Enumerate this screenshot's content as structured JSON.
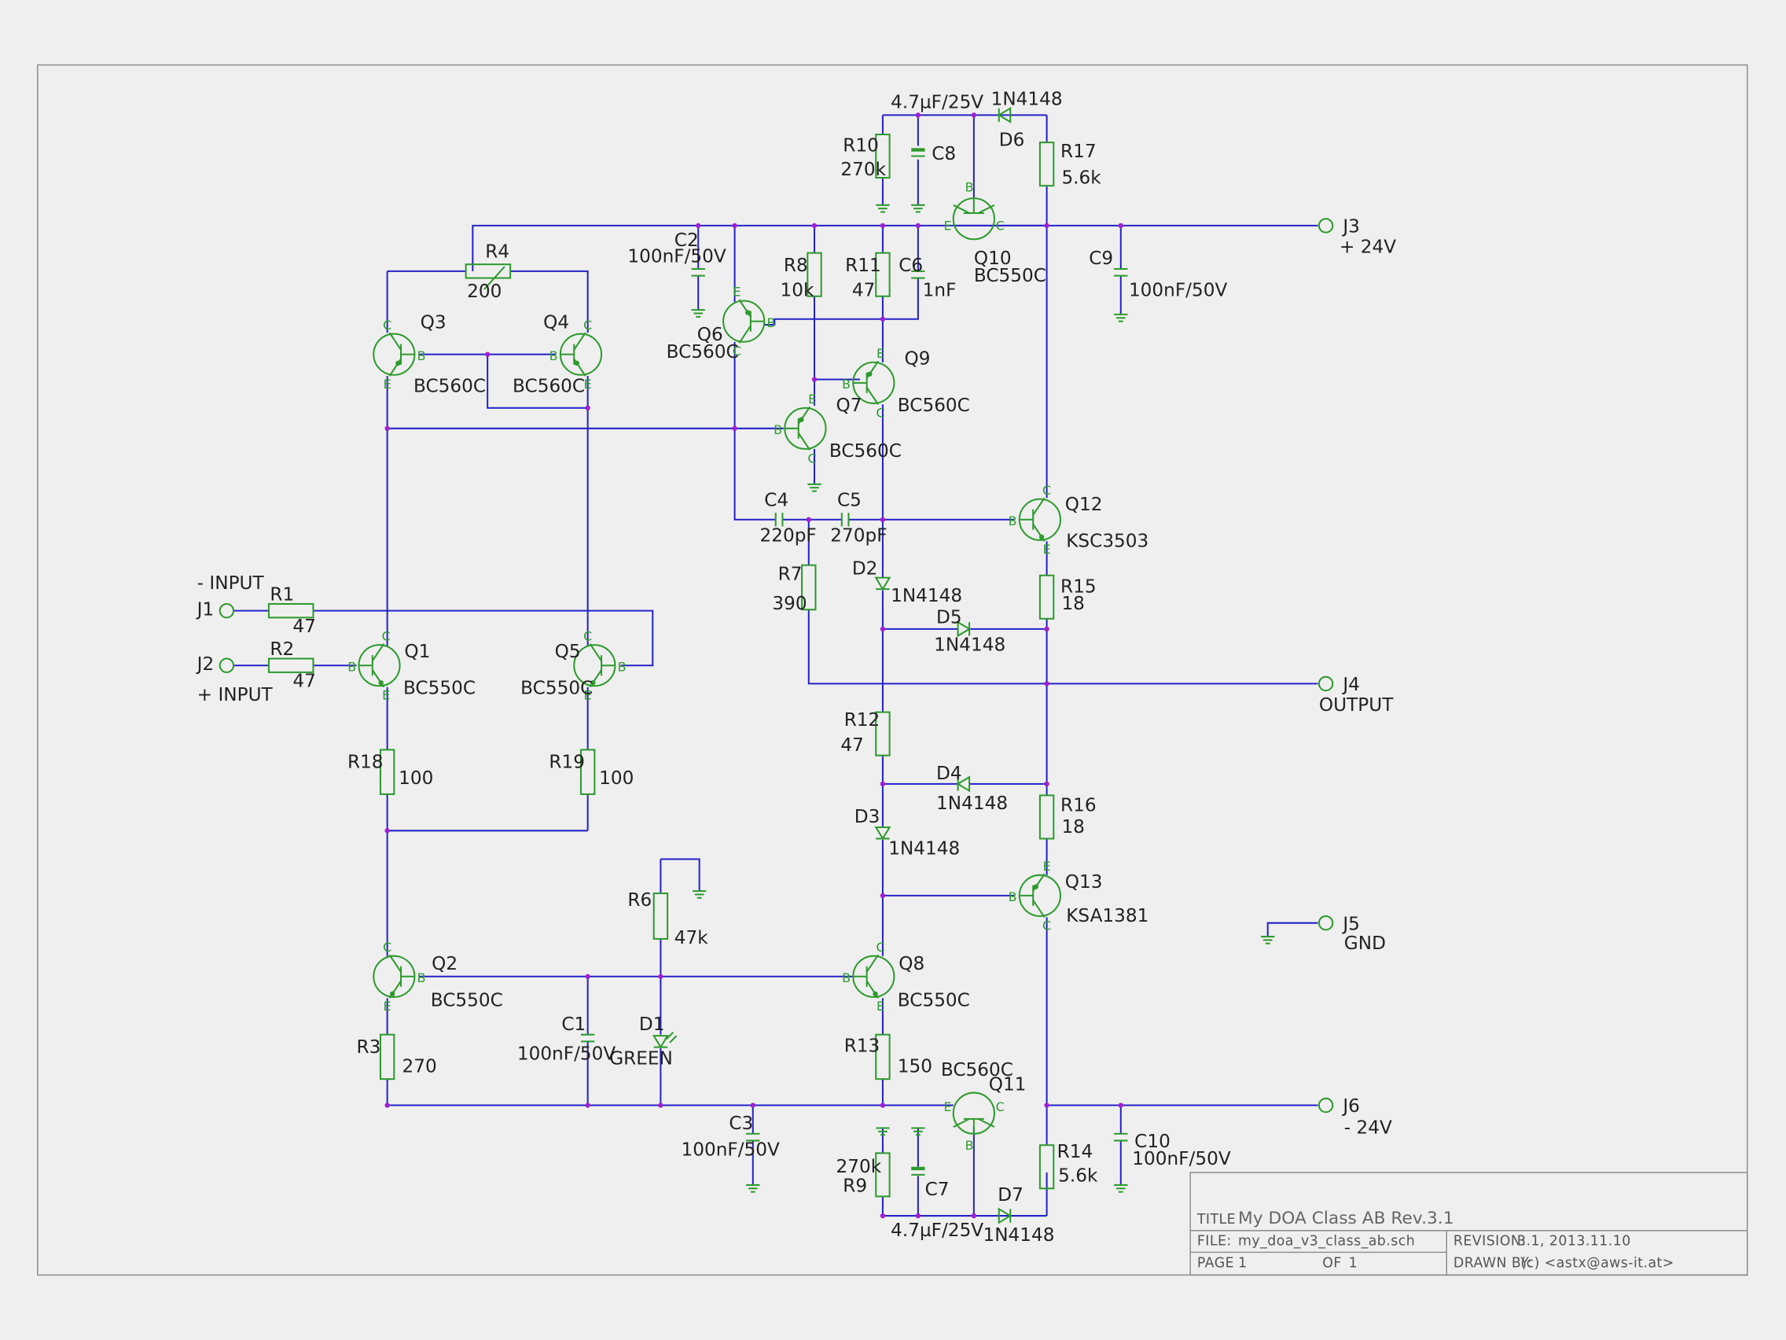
{
  "components": {
    "R1": {
      "ref": "R1",
      "value": "47"
    },
    "R2": {
      "ref": "R2",
      "value": "47"
    },
    "R3": {
      "ref": "R3",
      "value": "270"
    },
    "R4": {
      "ref": "R4",
      "value": "200"
    },
    "R6": {
      "ref": "R6",
      "value": "47k"
    },
    "R7": {
      "ref": "R7",
      "value": "390"
    },
    "R8": {
      "ref": "R8",
      "value": "10k"
    },
    "R9": {
      "ref": "R9",
      "value": "270k"
    },
    "R10": {
      "ref": "R10",
      "value": "270k"
    },
    "R11": {
      "ref": "R11",
      "value": "47"
    },
    "R12": {
      "ref": "R12",
      "value": "47"
    },
    "R13": {
      "ref": "R13",
      "value": "150"
    },
    "R14": {
      "ref": "R14",
      "value": "5.6k"
    },
    "R15": {
      "ref": "R15",
      "value": "18"
    },
    "R16": {
      "ref": "R16",
      "value": "18"
    },
    "R17": {
      "ref": "R17",
      "value": "5.6k"
    },
    "R18": {
      "ref": "R18",
      "value": "100"
    },
    "R19": {
      "ref": "R19",
      "value": "100"
    },
    "C1": {
      "ref": "C1",
      "value": "100nF/50V"
    },
    "C2": {
      "ref": "C2",
      "value": "100nF/50V"
    },
    "C3": {
      "ref": "C3",
      "value": "100nF/50V"
    },
    "C4": {
      "ref": "C4",
      "value": "220pF"
    },
    "C5": {
      "ref": "C5",
      "value": "270pF"
    },
    "C6": {
      "ref": "C6",
      "value": "1nF"
    },
    "C7": {
      "ref": "C7",
      "value": "4.7µF/25V"
    },
    "C8": {
      "ref": "C8",
      "value": "4.7µF/25V"
    },
    "C9": {
      "ref": "C9",
      "value": "100nF/50V"
    },
    "C10": {
      "ref": "C10",
      "value": "100nF/50V"
    },
    "D1": {
      "ref": "D1",
      "value": "GREEN"
    },
    "D2": {
      "ref": "D2",
      "value": "1N4148"
    },
    "D3": {
      "ref": "D3",
      "value": "1N4148"
    },
    "D4": {
      "ref": "D4",
      "value": "1N4148"
    },
    "D5": {
      "ref": "D5",
      "value": "1N4148"
    },
    "D6": {
      "ref": "D6",
      "value": "1N4148"
    },
    "D7": {
      "ref": "D7",
      "value": "1N4148"
    },
    "Q1": {
      "ref": "Q1",
      "value": "BC550C"
    },
    "Q2": {
      "ref": "Q2",
      "value": "BC550C"
    },
    "Q3": {
      "ref": "Q3",
      "value": "BC560C"
    },
    "Q4": {
      "ref": "Q4",
      "value": "BC560C"
    },
    "Q5": {
      "ref": "Q5",
      "value": "BC550C"
    },
    "Q6": {
      "ref": "Q6",
      "value": "BC560C"
    },
    "Q7": {
      "ref": "Q7",
      "value": "BC560C"
    },
    "Q8": {
      "ref": "Q8",
      "value": "BC550C"
    },
    "Q9": {
      "ref": "Q9",
      "value": "BC560C"
    },
    "Q10": {
      "ref": "Q10",
      "value": "BC550C"
    },
    "Q11": {
      "ref": "Q11",
      "value": "BC560C"
    },
    "Q12": {
      "ref": "Q12",
      "value": "KSC3503"
    },
    "Q13": {
      "ref": "Q13",
      "value": "KSA1381"
    },
    "J1": {
      "ref": "J1",
      "label": "- INPUT"
    },
    "J2": {
      "ref": "J2",
      "label": "+ INPUT"
    },
    "J3": {
      "ref": "J3",
      "label": "+ 24V"
    },
    "J4": {
      "ref": "J4",
      "label": "OUTPUT"
    },
    "J5": {
      "ref": "J5",
      "label": "GND"
    },
    "J6": {
      "ref": "J6",
      "label": "- 24V"
    }
  },
  "pins": {
    "b": "B",
    "c": "C",
    "e": "E"
  },
  "title_block": {
    "title_label": "TITLE",
    "title": "My DOA Class AB Rev.3.1",
    "file_label": "FILE:",
    "file": "my_doa_v3_class_ab.sch",
    "revision_label": "REVISION:",
    "revision": "3.1, 2013.11.10",
    "page_label": "PAGE",
    "page": "1",
    "of_label": "OF",
    "of": "1",
    "drawn_by_label": "DRAWN BY:",
    "drawn_by": "(c) <astx@aws-it.at>"
  },
  "colors": {
    "wire": "#2323c8",
    "component": "#2c9a2c",
    "junction": "#a020d0",
    "frame": "#888888"
  }
}
